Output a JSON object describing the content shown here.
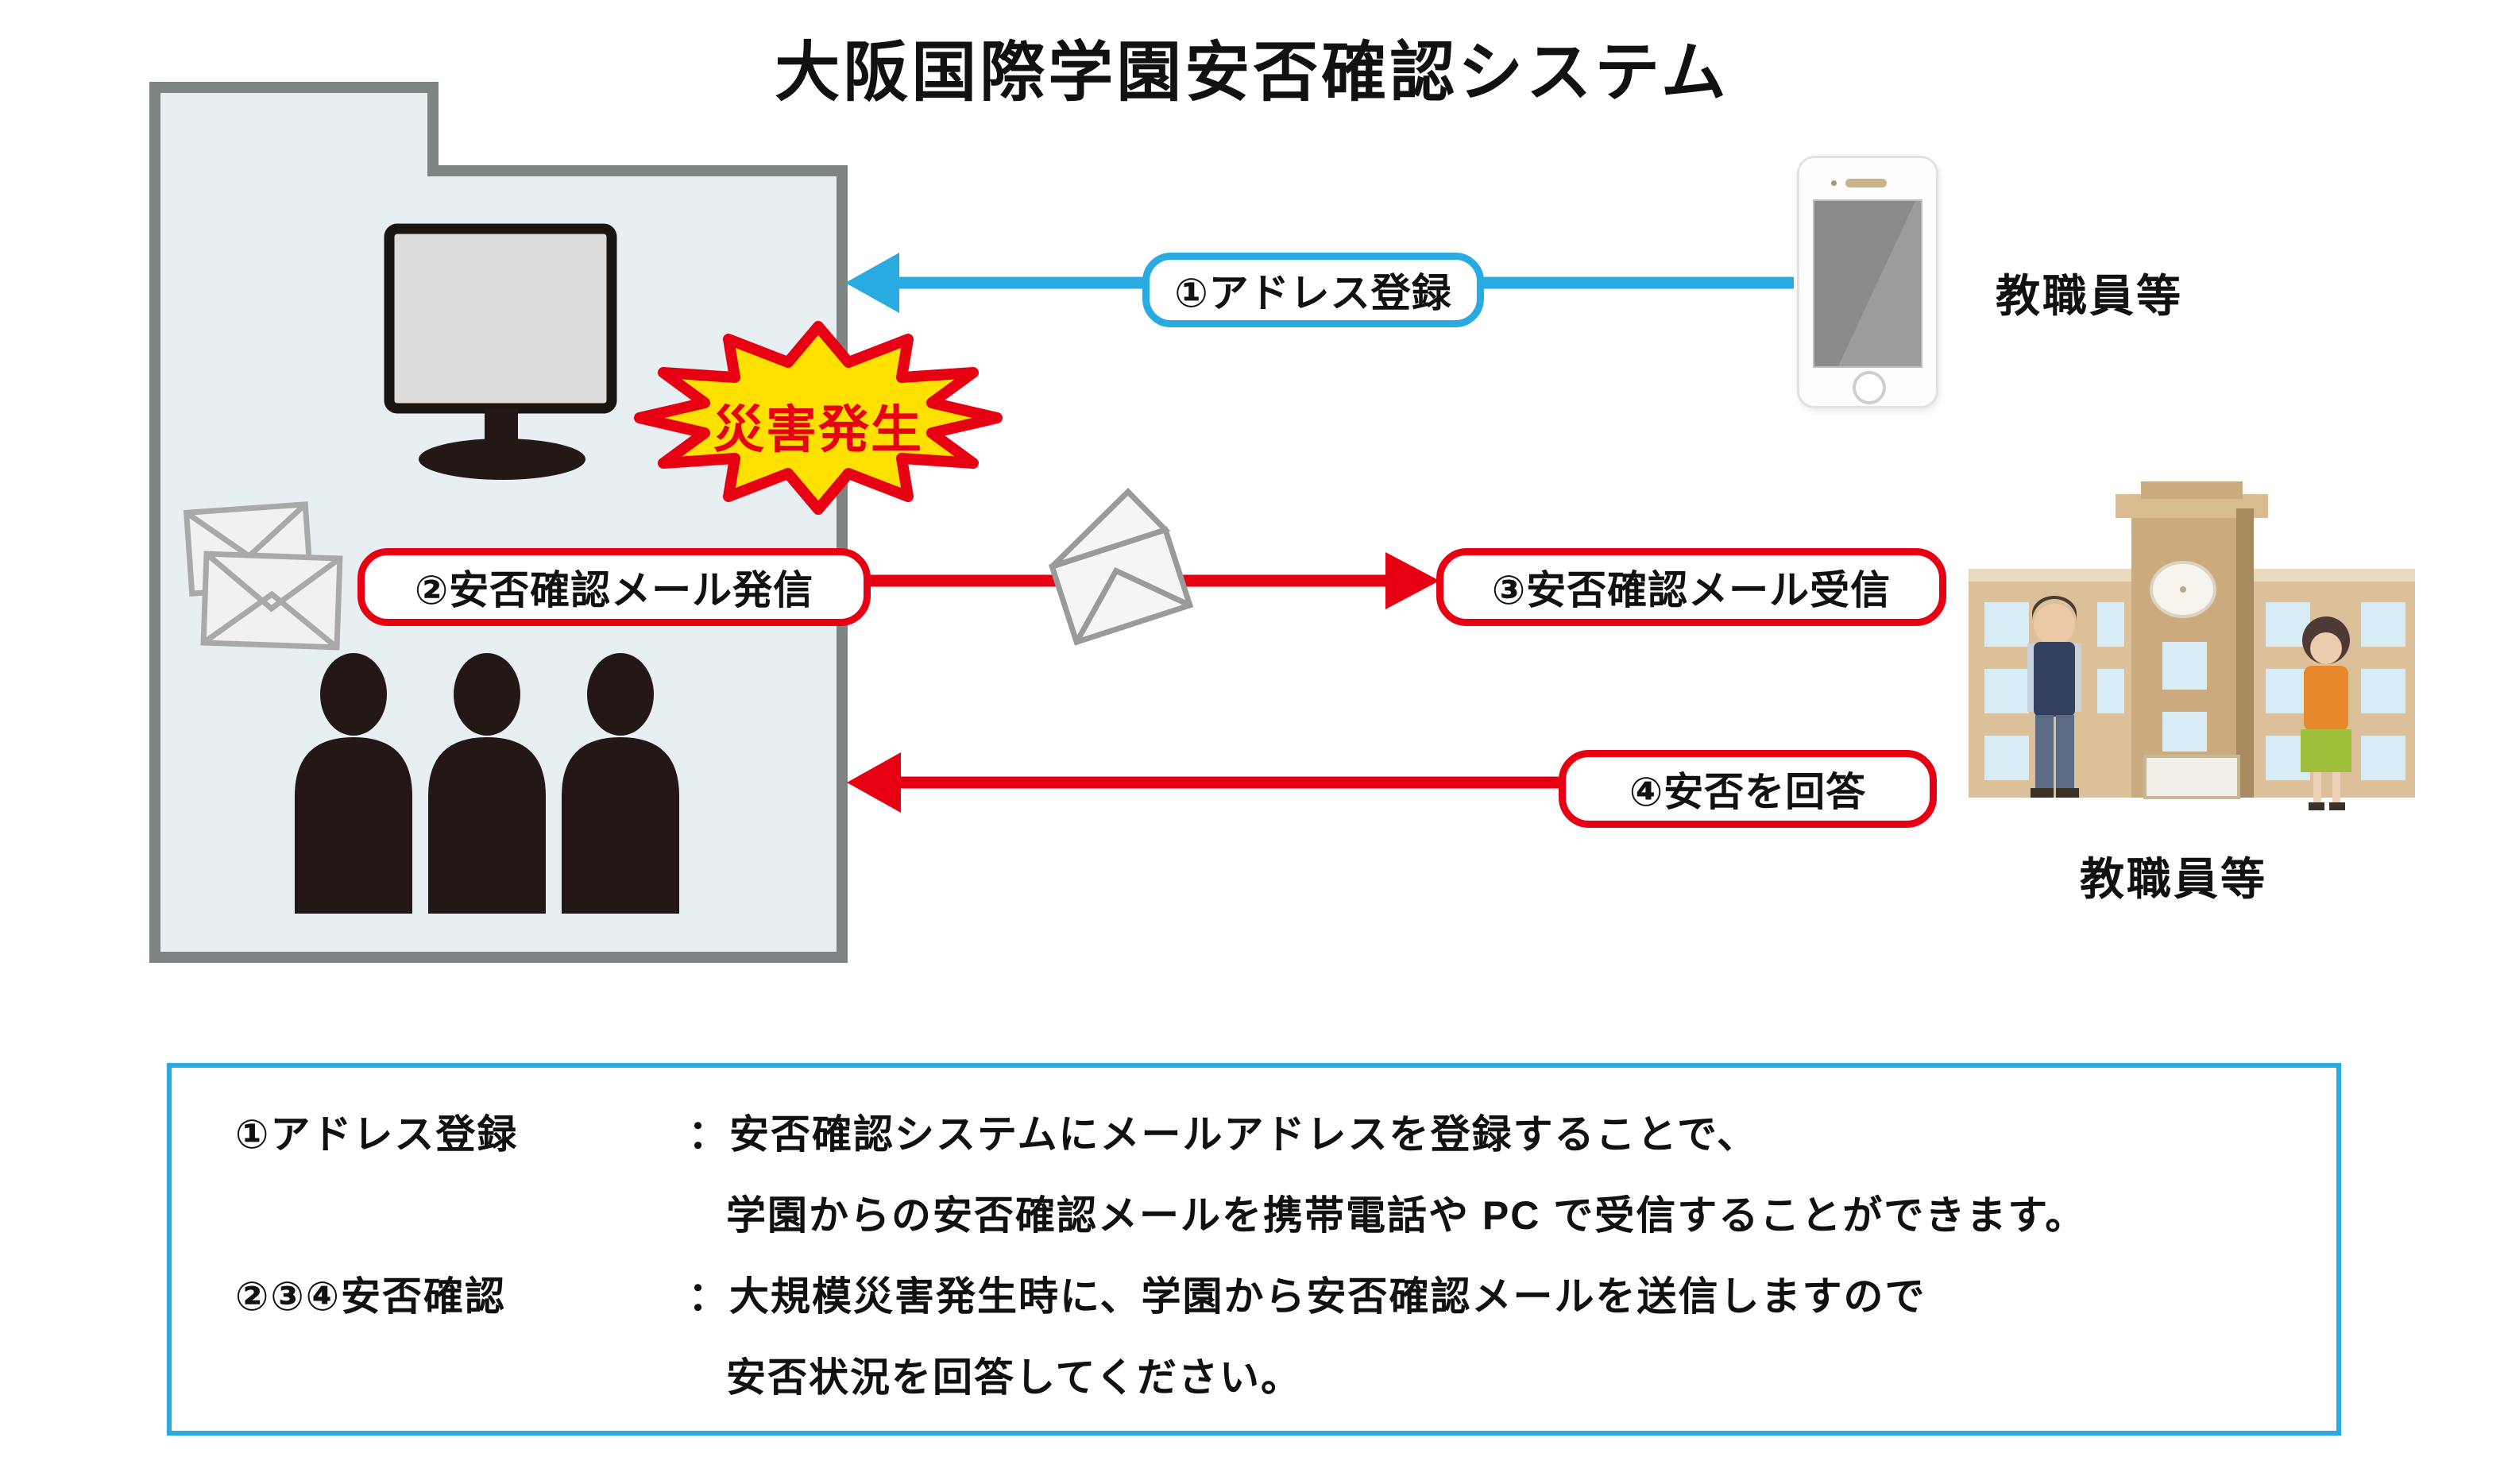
{
  "title": "大阪国際学園安否確認システム",
  "flow": {
    "step1_label": "①アドレス登録",
    "step2_label": "②安否確認メール発信",
    "step3_label": "③安否確認メール受信",
    "step4_label": "④安否を回答",
    "disaster_label": "災害発生",
    "staff_top_label": "教職員等",
    "staff_bottom_label": "教職員等"
  },
  "legend": {
    "row1_label": "①アドレス登録",
    "row1_line1": "：安否確認システムにメールアドレスを登録することで、",
    "row1_line2": "学園からの安否確認メールを携帯電話や PC で受信することができます。",
    "row2_label": "②③④安否確認",
    "row2_line1": "：大規模災害発生時に、学園から安否確認メールを送信しますので",
    "row2_line2": "安否状況を回答してください。"
  },
  "colors": {
    "arrow_blue": "#29abe2",
    "arrow_red": "#e60012",
    "burst_yellow": "#ffe100",
    "office_fill": "#e8eff2",
    "office_border": "#7e8384"
  }
}
